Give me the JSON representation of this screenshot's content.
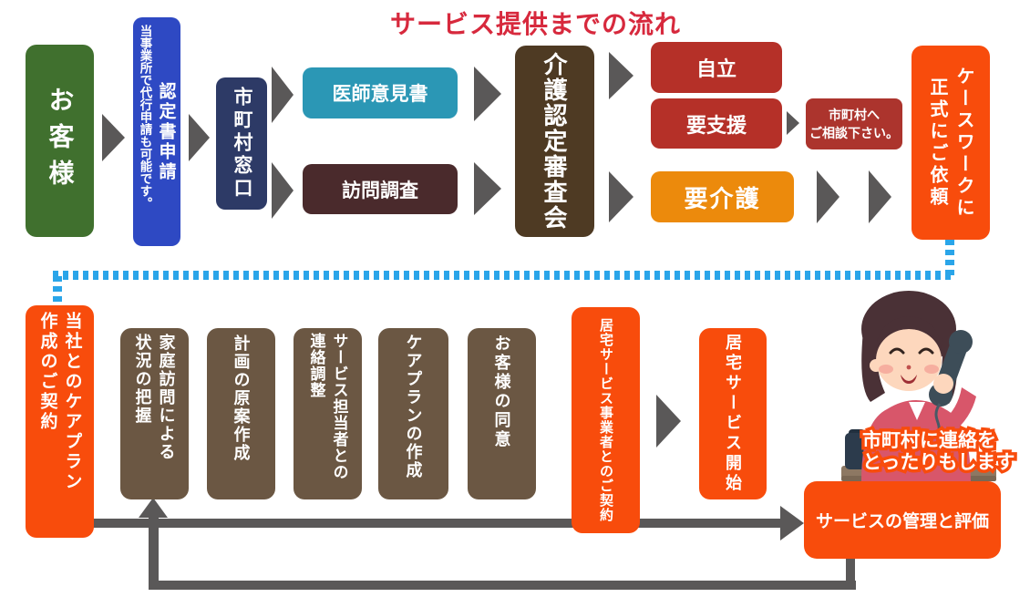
{
  "title": "サービス提供までの流れ",
  "top": {
    "customer": "お客様",
    "application_main": "認定書申請",
    "application_note": "当事業所で代行申請も可能です。",
    "municipal_desk": "市町村窓口",
    "doctor_opinion": "医師意見書",
    "visit_survey": "訪問調査",
    "board": "介護認定審査会",
    "independent": "自立",
    "support": "要支援",
    "consult_line1": "市町村へ",
    "consult_line2": "ご相談下さい。",
    "care_needed": "要介護",
    "casework_col1": "ケースワークに",
    "casework_col2": "正式にご依頼"
  },
  "bottom": {
    "contract_col1": "当社とのケアプラン",
    "contract_col2": "作成のご契約",
    "home_visit_col1": "家庭訪問による",
    "home_visit_col2": "状況の把握",
    "draft_plan": "計画の原案作成",
    "coordination_col1": "サービス担当者との",
    "coordination_col2": "連絡調整",
    "care_plan": "ケアプランの作成",
    "consent": "お客様の同意",
    "provider_contract": "居宅サービス事業者とのご契約",
    "service_start": "居宅サービス開始",
    "management": "サービスの管理と評価",
    "phone_note_line1": "市町村に連絡を",
    "phone_note_line2": "とったりもします"
  },
  "colors": {
    "title_red": "#d7293d",
    "customer_green": "#40702e",
    "application_blue": "#2e49c3",
    "municipal_navy": "#2d3a66",
    "doctor_teal": "#2b97b5",
    "survey_maroon": "#4a2a2c",
    "board_brown": "#4e3a23",
    "result_red": "#b53028",
    "consult_dark_red": "#ac342d",
    "care_orange": "#ec8a0c",
    "accent_orange": "#f84c0c",
    "step_brown": "#6b5743",
    "arrow_gray": "#5a5858",
    "dotted_blue": "#2aa5e9"
  }
}
